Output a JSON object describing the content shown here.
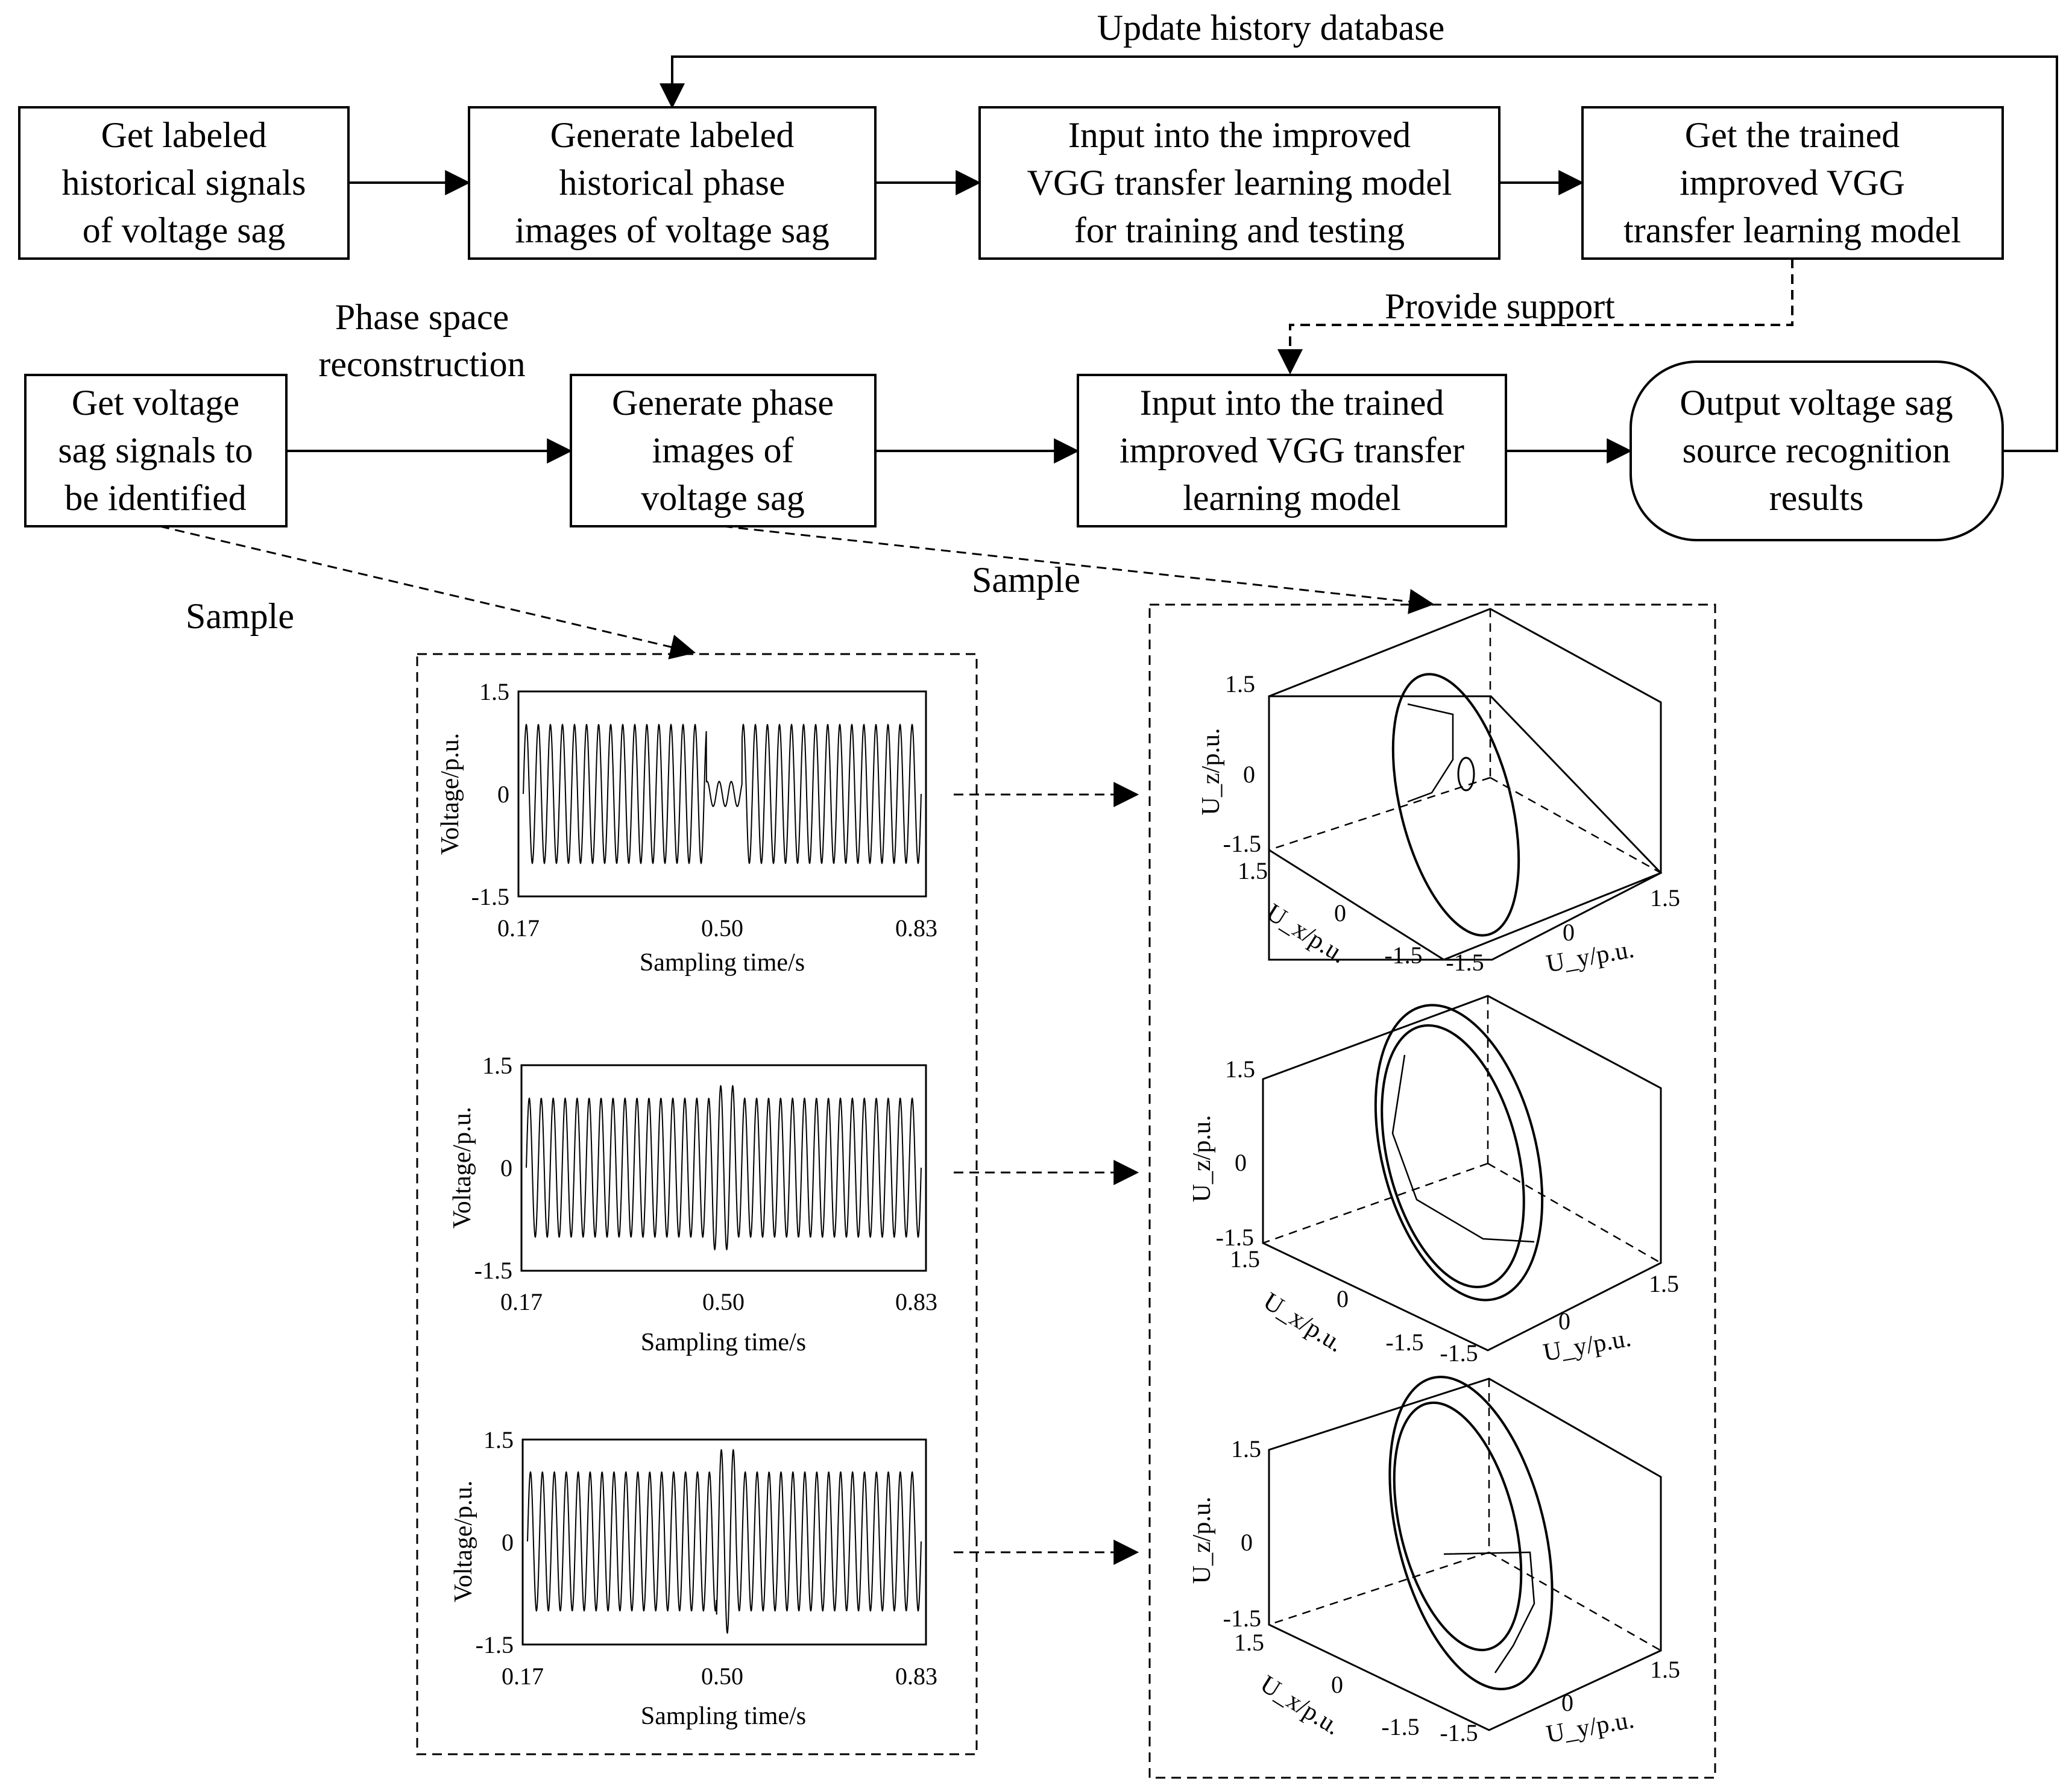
{
  "nodes": {
    "get_labeled": [
      "Get labeled",
      "historical signals",
      "of voltage sag"
    ],
    "generate_labeled": [
      "Generate labeled",
      "historical phase",
      "images of voltage sag"
    ],
    "input_improved": [
      "Input into the improved",
      "VGG transfer learning model",
      "for training and testing"
    ],
    "get_trained": [
      "Get the trained",
      "improved VGG",
      "transfer learning model"
    ],
    "get_voltage": [
      "Get voltage",
      "sag signals to",
      "be identified"
    ],
    "generate_phase": [
      "Generate phase",
      "images of",
      "voltage sag"
    ],
    "input_trained": [
      "Input into the trained",
      "improved VGG transfer",
      "learning model"
    ],
    "output_results": [
      "Output voltage sag",
      "source recognition",
      "results"
    ]
  },
  "labels": {
    "update_history": "Update history database",
    "provide_support": "Provide support",
    "phase_space": [
      "Phase space",
      "reconstruction"
    ],
    "sample_left": "Sample",
    "sample_right": "Sample"
  },
  "waveforms": [
    {
      "ticks_y": [
        "1.5",
        "0",
        "-1.5"
      ],
      "ticks_x": [
        "0.17",
        "0.50",
        "0.83"
      ],
      "ylabel": "Voltage/p.u.",
      "xlabel": "Sampling time/s"
    },
    {
      "ticks_y": [
        "1.5",
        "0",
        "-1.5"
      ],
      "ticks_x": [
        "0.17",
        "0.50",
        "0.83"
      ],
      "ylabel": "Voltage/p.u.",
      "xlabel": "Sampling time/s"
    },
    {
      "ticks_y": [
        "1.5",
        "0",
        "-1.5"
      ],
      "ticks_x": [
        "0.17",
        "0.50",
        "0.83"
      ],
      "ylabel": "Voltage/p.u.",
      "xlabel": "Sampling time/s"
    }
  ],
  "phase_plots": [
    {
      "z_ticks": [
        "1.5",
        "0",
        "-1.5"
      ],
      "x_ticks": [
        "1.5",
        "0",
        "-1.5"
      ],
      "y_ticks": [
        "-1.5",
        "0",
        "1.5"
      ],
      "z_label": "U_z/p.u.",
      "x_label": "U_x/p.u.",
      "y_label": "U_y/p.u."
    },
    {
      "z_ticks": [
        "1.5",
        "0",
        "-1.5"
      ],
      "x_ticks": [
        "1.5",
        "0",
        "-1.5"
      ],
      "y_ticks": [
        "-1.5",
        "0",
        "1.5"
      ],
      "z_label": "U_z/p.u.",
      "x_label": "U_x/p.u.",
      "y_label": "U_y/p.u."
    },
    {
      "z_ticks": [
        "1.5",
        "0",
        "-1.5"
      ],
      "x_ticks": [
        "1.5",
        "0",
        "-1.5"
      ],
      "y_ticks": [
        "-1.5",
        "0",
        "1.5"
      ],
      "z_label": "U_z/p.u.",
      "x_label": "U_x/p.u.",
      "y_label": "U_y/p.u."
    }
  ]
}
